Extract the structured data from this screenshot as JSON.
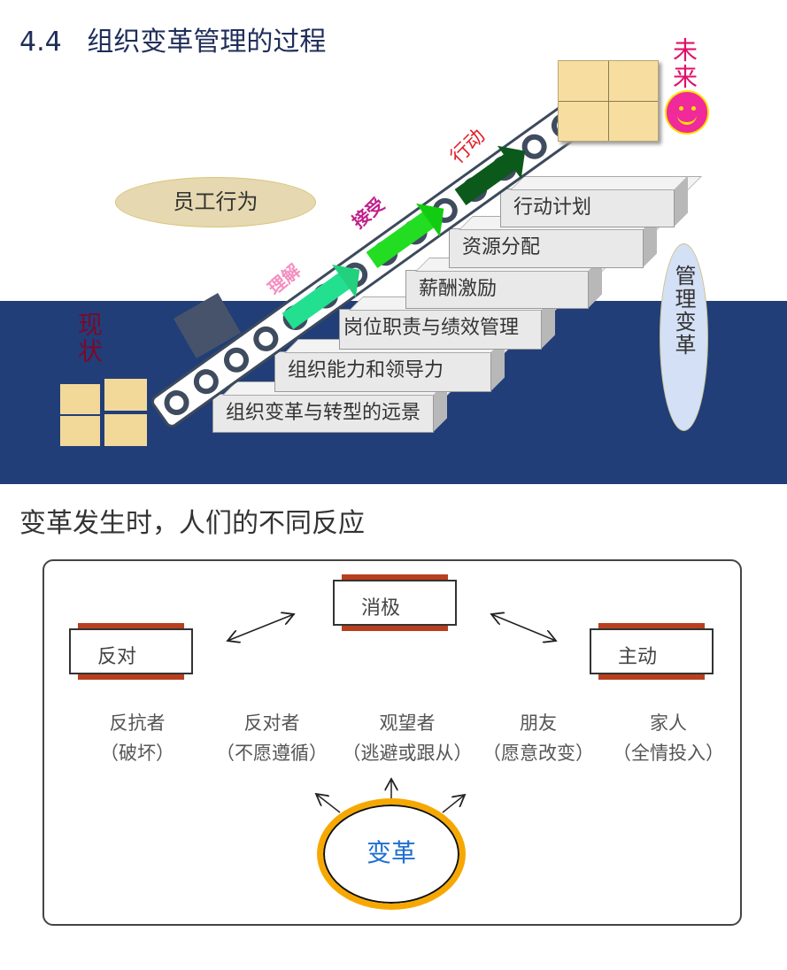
{
  "title": "4.4   组织变革管理的过程",
  "diagram": {
    "current_state": "现状",
    "future": "未来",
    "employee_behavior": "员工行为",
    "manage_change": "管理变革",
    "belt_labels": [
      "理解",
      "接受",
      "行动"
    ],
    "steps": [
      "组织变革与转型的远景",
      "组织能力和领导力",
      "岗位职责与绩效管理",
      "薪酬激励",
      "资源分配",
      "行动计划"
    ]
  },
  "subtitle": "变革发生时，人们的不同反应",
  "reactions": {
    "boxes": {
      "oppose": "反对",
      "passive": "消极",
      "active": "主动"
    },
    "center": "变革",
    "people": [
      {
        "name": "反抗者",
        "desc": "（破坏）"
      },
      {
        "name": "反对者",
        "desc": "（不愿遵循）"
      },
      {
        "name": "观望者",
        "desc": "（逃避或跟从）"
      },
      {
        "name": "朋友",
        "desc": "（愿意改变）"
      },
      {
        "name": "家人",
        "desc": "（全情投入）"
      }
    ]
  },
  "colors": {
    "band": "#213e78",
    "circle_ring": "#f7a800",
    "bar": "#b8401f"
  }
}
